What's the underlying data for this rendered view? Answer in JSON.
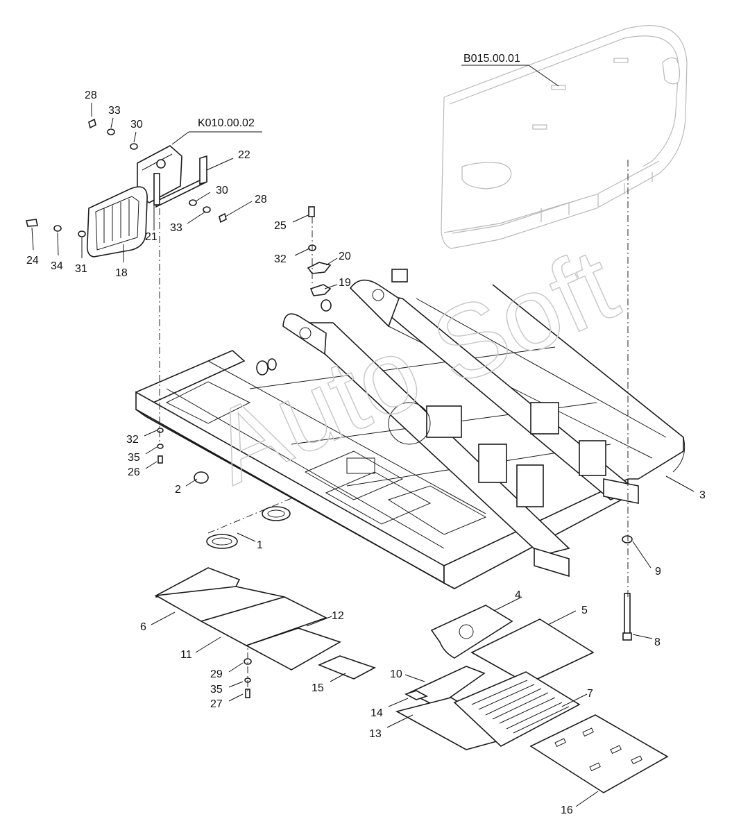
{
  "references": {
    "hood": "B015.00.01",
    "assembly": "K010.00.02"
  },
  "watermark": "Auto Soft",
  "callouts": [
    {
      "id": "c28a",
      "text": "28"
    },
    {
      "id": "c33a",
      "text": "33"
    },
    {
      "id": "c30a",
      "text": "30"
    },
    {
      "id": "c22",
      "text": "22"
    },
    {
      "id": "c30b",
      "text": "30"
    },
    {
      "id": "c28b",
      "text": "28"
    },
    {
      "id": "c33b",
      "text": "33"
    },
    {
      "id": "c21",
      "text": "21"
    },
    {
      "id": "c24",
      "text": "24"
    },
    {
      "id": "c34",
      "text": "34"
    },
    {
      "id": "c31",
      "text": "31"
    },
    {
      "id": "c18",
      "text": "18"
    },
    {
      "id": "c25",
      "text": "25"
    },
    {
      "id": "c32a",
      "text": "32"
    },
    {
      "id": "c20",
      "text": "20"
    },
    {
      "id": "c19",
      "text": "19"
    },
    {
      "id": "c32b",
      "text": "32"
    },
    {
      "id": "c35a",
      "text": "35"
    },
    {
      "id": "c26",
      "text": "26"
    },
    {
      "id": "c2",
      "text": "2"
    },
    {
      "id": "c3",
      "text": "3"
    },
    {
      "id": "c1",
      "text": "1"
    },
    {
      "id": "c9",
      "text": "9"
    },
    {
      "id": "c6",
      "text": "6"
    },
    {
      "id": "c12",
      "text": "12"
    },
    {
      "id": "c11",
      "text": "11"
    },
    {
      "id": "c4",
      "text": "4"
    },
    {
      "id": "c5",
      "text": "5"
    },
    {
      "id": "c8",
      "text": "8"
    },
    {
      "id": "c29",
      "text": "29"
    },
    {
      "id": "c35b",
      "text": "35"
    },
    {
      "id": "c27",
      "text": "27"
    },
    {
      "id": "c15",
      "text": "15"
    },
    {
      "id": "c10",
      "text": "10"
    },
    {
      "id": "c7",
      "text": "7"
    },
    {
      "id": "c14",
      "text": "14"
    },
    {
      "id": "c13",
      "text": "13"
    },
    {
      "id": "c16",
      "text": "16"
    }
  ]
}
